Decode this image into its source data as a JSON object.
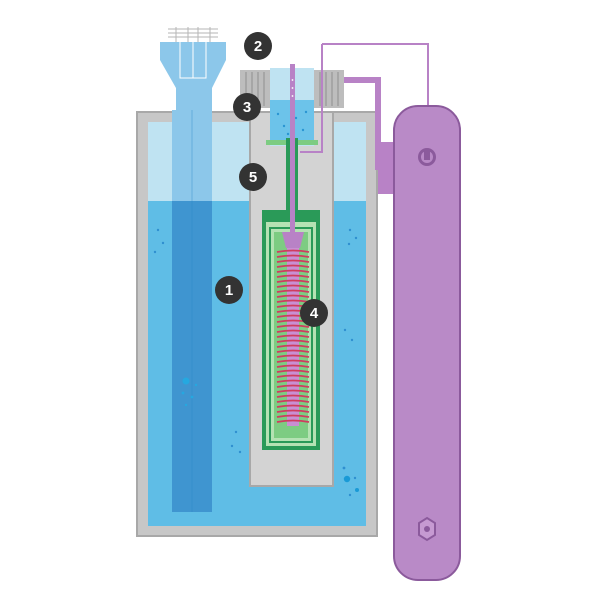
{
  "callouts": [
    {
      "id": "c1",
      "label": "1"
    },
    {
      "id": "c2",
      "label": "2"
    },
    {
      "id": "c3",
      "label": "3"
    },
    {
      "id": "c4",
      "label": "4"
    },
    {
      "id": "c5",
      "label": "5"
    }
  ],
  "colors": {
    "outer_vessel": "#c7c7c7",
    "outer_vessel_stroke": "#a8a8a8",
    "liquid_top": "#bfe3f2",
    "liquid": "#5fbde6",
    "tube": "#3f95d0",
    "tube_light": "#8cc7ea",
    "inner_chamber": "#d3d3d3",
    "green_dark": "#2a9a58",
    "green": "#7dcc82",
    "green_light": "#b5e2b3",
    "coil": "#cf3d5f",
    "rod": "#b882c6",
    "purple": "#b98ac7",
    "purple_dark": "#8b5a9c",
    "callout_bg": "#333333",
    "bubble": "#1a8fd0"
  },
  "icons": [
    "pressure-gauge-icon",
    "valve-nut-icon"
  ]
}
